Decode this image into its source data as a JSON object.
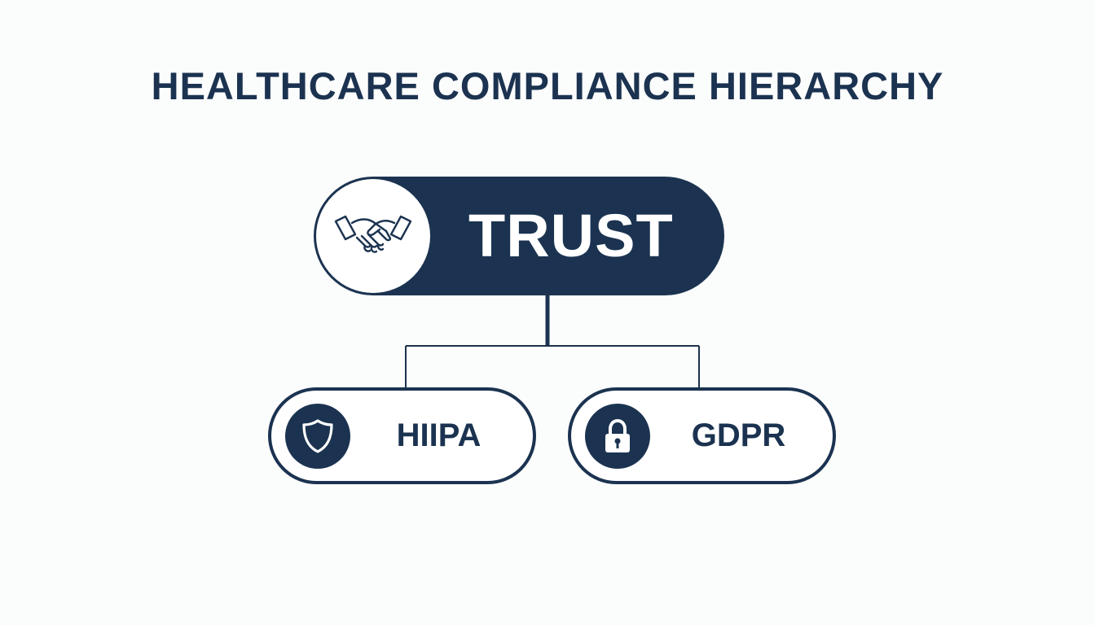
{
  "title": "HEALTHCARE COMPLIANCE HIERARCHY",
  "nodes": {
    "root": {
      "label": "TRUST",
      "icon": "handshake-icon"
    },
    "children": [
      {
        "label": "HIIPA",
        "icon": "shield-icon"
      },
      {
        "label": "GDPR",
        "icon": "lock-icon"
      }
    ]
  },
  "colors": {
    "primary": "#1b3350",
    "background": "#fbfcfc",
    "surface": "#ffffff"
  }
}
